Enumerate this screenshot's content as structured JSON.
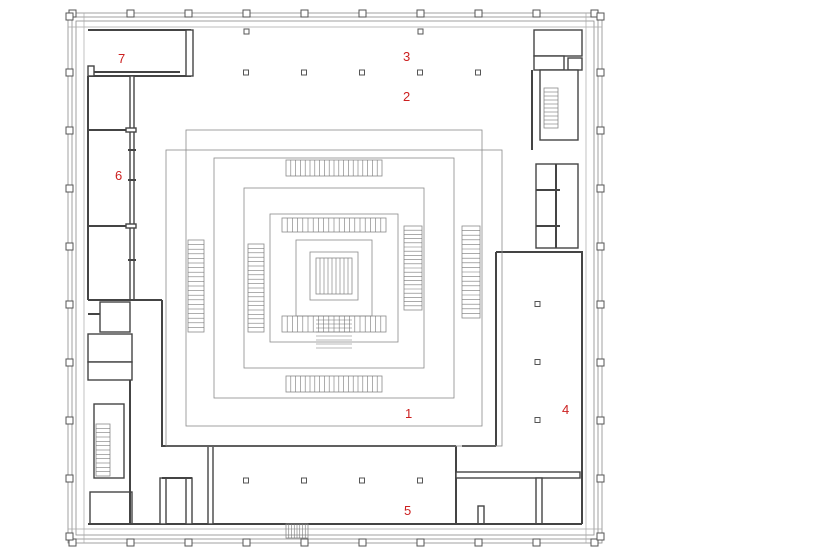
{
  "plan": {
    "colors": {
      "label": "#cc1f1f",
      "wall": "#444444",
      "line": "#8a8a8a"
    },
    "labels": [
      {
        "id": "label-1",
        "text": "1"
      },
      {
        "id": "label-2",
        "text": "2"
      },
      {
        "id": "label-3",
        "text": "3"
      },
      {
        "id": "label-4",
        "text": "4"
      },
      {
        "id": "label-5",
        "text": "5"
      },
      {
        "id": "label-6",
        "text": "6"
      },
      {
        "id": "label-7",
        "text": "7"
      }
    ]
  }
}
